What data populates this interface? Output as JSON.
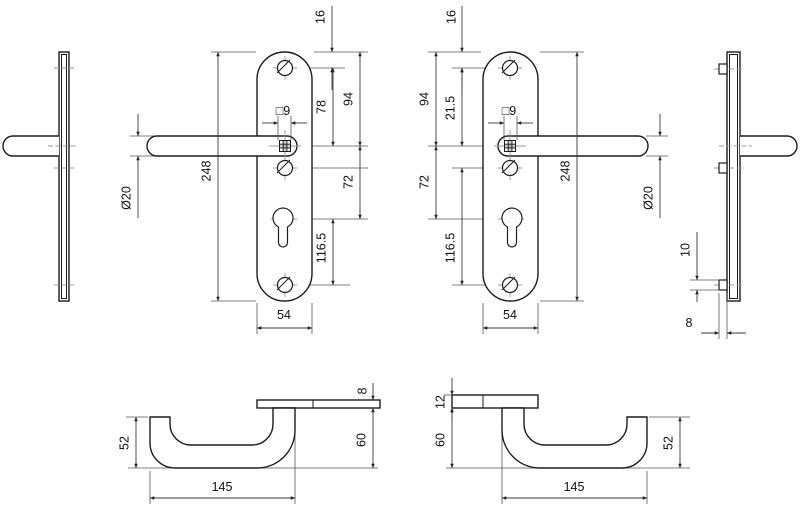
{
  "drawing": {
    "left_plate": {
      "edge_to_screw": "16",
      "screw_to_handle": "78",
      "edge_to_handle": "94",
      "square": "□9",
      "handle_to_cylinder": "72",
      "cylinder_to_screw": "116.5",
      "height": "248",
      "width": "54",
      "handle_dia": "Ø20"
    },
    "right_plate": {
      "edge_to_screw": "16",
      "edge_to_handle": "94",
      "screw_to_handle": "21.5",
      "handle_to_cylinder": "72",
      "screws_spacing": "116.5",
      "height": "248",
      "width": "54",
      "square": "□9",
      "handle_dia": "Ø20"
    },
    "right_profile": {
      "boss_height": "10",
      "boss_depth": "8"
    },
    "left_lever": {
      "grip_height": "52",
      "length": "145",
      "plate_thickness": "8",
      "projection": "60"
    },
    "right_lever": {
      "plate_thickness": "12",
      "projection": "60",
      "grip_height": "52",
      "length": "145"
    },
    "colors": {
      "background": "#ffffff",
      "outline": "#1c1c1c",
      "dimension": "#3a3a3a",
      "centerline": "#999999"
    }
  }
}
